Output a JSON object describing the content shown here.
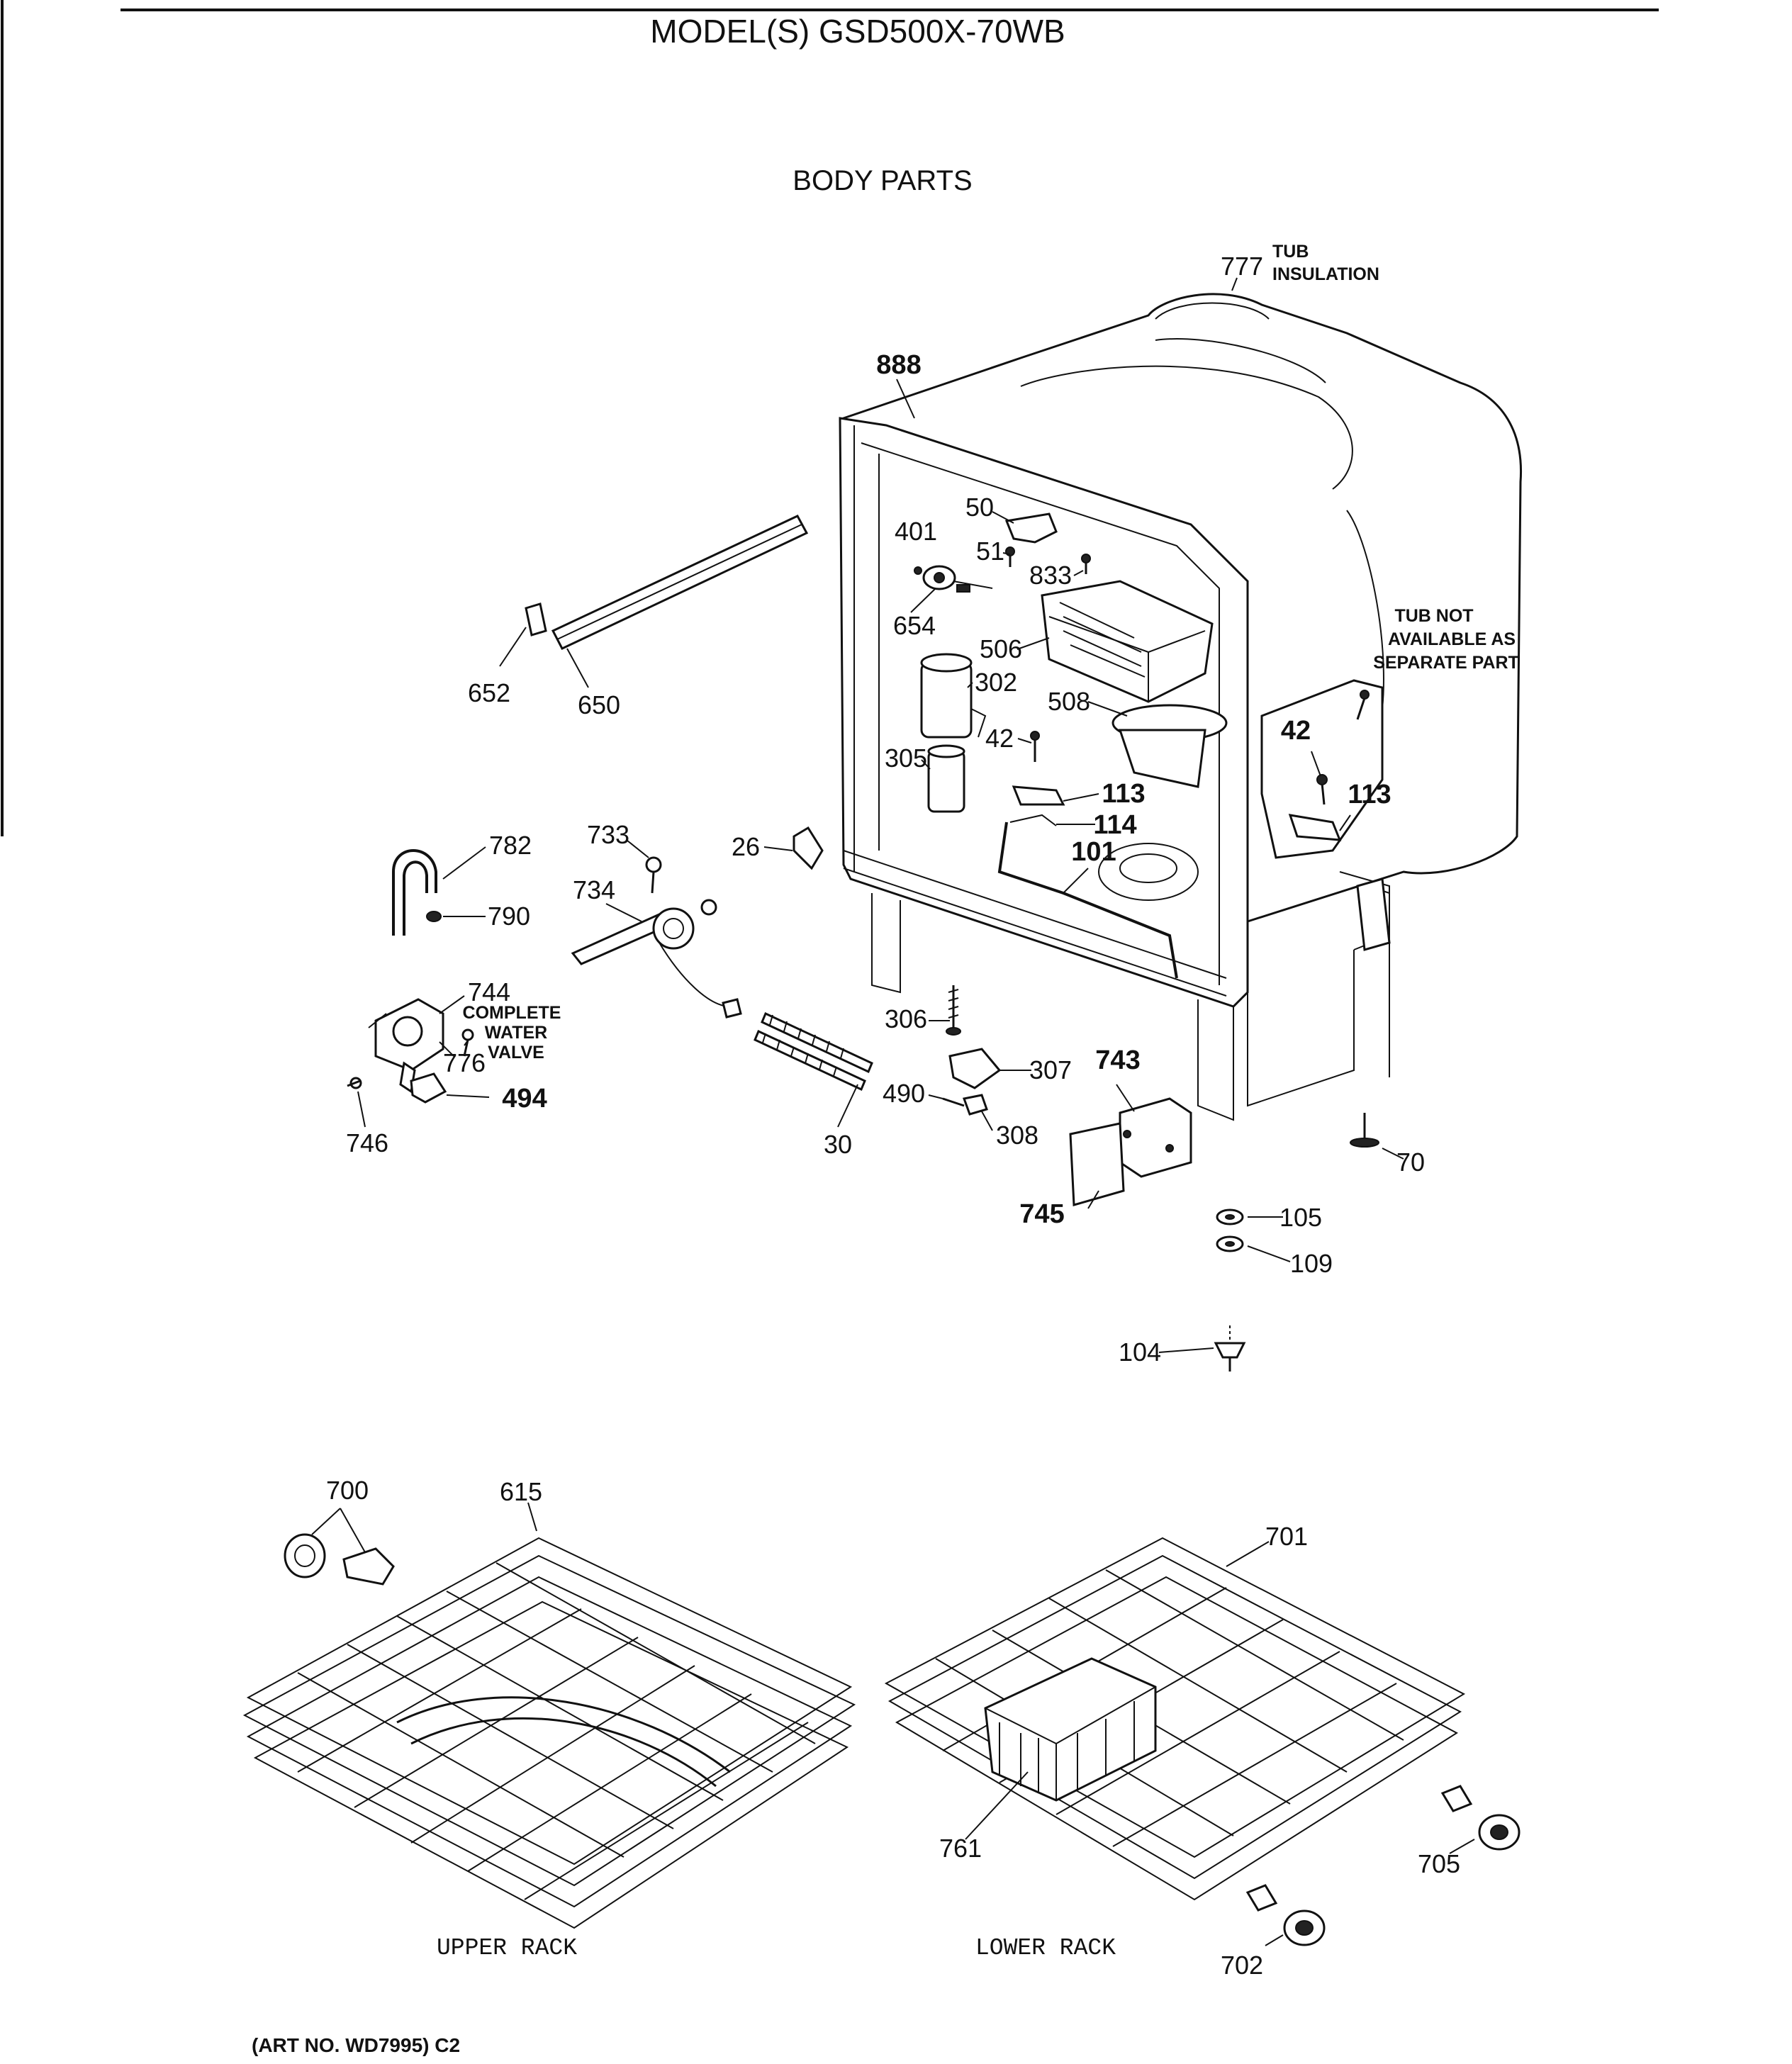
{
  "header": {
    "model_title": "MODEL(S) GSD500X-70WB",
    "section_title": "BODY PARTS"
  },
  "notes": {
    "tub_insulation": [
      "TUB",
      "INSULATION"
    ],
    "tub_not_available": [
      "TUB NOT",
      "AVAILABLE AS",
      "SEPARATE PART"
    ],
    "complete_water_valve": [
      "COMPLETE",
      "WATER",
      "VALVE"
    ]
  },
  "part_labels": {
    "p777": "777",
    "p888": "888",
    "p50": "50",
    "p401": "401",
    "p51": "51",
    "p833": "833",
    "p654": "654",
    "p506": "506",
    "p302": "302",
    "p508": "508",
    "p42a": "42",
    "p305": "305",
    "p113a": "113",
    "p114": "114",
    "p101": "101",
    "p42b": "42",
    "p113b": "113",
    "p652": "652",
    "p650": "650",
    "p782": "782",
    "p790": "790",
    "p733": "733",
    "p734": "734",
    "p26": "26",
    "p744": "744",
    "p776": "776",
    "p494": "494",
    "p746": "746",
    "p306": "306",
    "p30": "30",
    "p307": "307",
    "p490": "490",
    "p308": "308",
    "p743": "743",
    "p745": "745",
    "p70": "70",
    "p105": "105",
    "p109": "109",
    "p104": "104",
    "p700": "700",
    "p615": "615",
    "p701": "701",
    "p761": "761",
    "p705": "705",
    "p702": "702"
  },
  "captions": {
    "upper_rack": "UPPER RACK",
    "lower_rack": "LOWER RACK"
  },
  "footer": {
    "art_no": "(ART NO. WD7995) C2"
  }
}
